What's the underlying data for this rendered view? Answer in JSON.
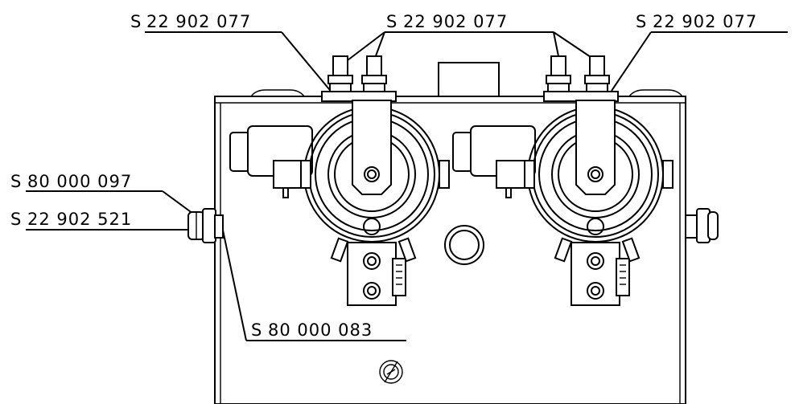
{
  "callouts": {
    "top_left": {
      "prefix": "S",
      "code": "22 902 077"
    },
    "top_center": {
      "prefix": "S",
      "code": "22 902 077"
    },
    "top_right": {
      "prefix": "S",
      "code": "22 902 077"
    },
    "left_upper": {
      "prefix": "S",
      "code": "80 000 097"
    },
    "left_lower": {
      "prefix": "S",
      "code": "22 902 521"
    },
    "bottom": {
      "prefix": "S",
      "code": "80 000 083"
    }
  }
}
